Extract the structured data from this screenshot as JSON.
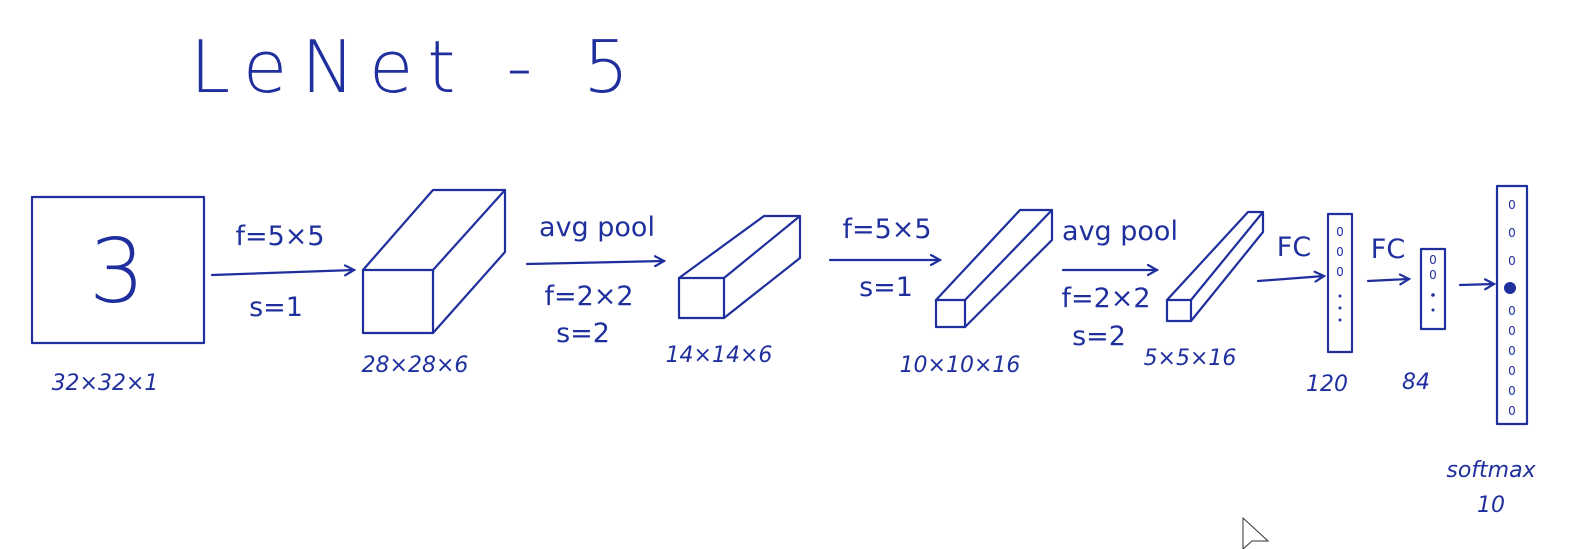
{
  "title": "LeNet - 5",
  "input": {
    "digit": "3",
    "dims": "32×32×1"
  },
  "ops": {
    "conv1_f": "f=5×5",
    "conv1_s": "s=1",
    "pool1_label": "avg pool",
    "pool1_f": "f=2×2",
    "pool1_s": "s=2",
    "conv2_f": "f=5×5",
    "conv2_s": "s=1",
    "pool2_label": "avg pool",
    "pool2_f": "f=2×2",
    "pool2_s": "s=2",
    "fc1_label": "FC",
    "fc2_label": "FC"
  },
  "volumes": {
    "conv1": "28×28×6",
    "pool1": "14×14×6",
    "conv2": "10×10×16",
    "pool2": "5×5×16"
  },
  "fc": {
    "fc1_units": "120",
    "fc2_units": "84"
  },
  "output": {
    "label": "softmax",
    "units": "10"
  },
  "colors": {
    "ink": "#1f2f9e",
    "background": "#ffffff"
  }
}
